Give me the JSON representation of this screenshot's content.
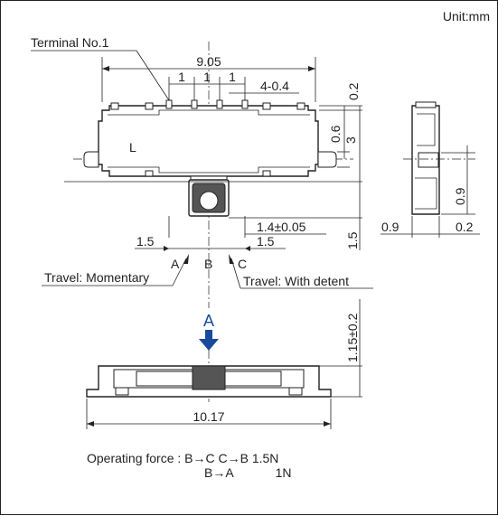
{
  "drawing": {
    "unit": "Unit:mm",
    "top_view": {
      "terminal_label": "Terminal No.1",
      "body_mark": "L",
      "dim_width": "9.05",
      "dim_pitch_1": "1",
      "dim_pitch_2": "1",
      "dim_pitch_3": "1",
      "dim_terminal_width": "4-0.4",
      "dim_offset": "0.2",
      "dim_lug_height": "0.6",
      "dim_body_half": "3",
      "dim_knob": "1.4±0.05",
      "dim_knob_length": "1.5",
      "dim_travel_left": "1.5",
      "dim_travel_right": "1.5",
      "pos_a": "A",
      "pos_b": "B",
      "pos_c": "C",
      "travel_momentary": "Travel: Momentary",
      "travel_detent": "Travel: With detent"
    },
    "side_view": {
      "dim_height": "0.9",
      "dim_left": "0.9",
      "dim_right": "0.2"
    },
    "front_view": {
      "direction": "A",
      "dim_height": "1.15±0.2",
      "dim_width": "10.17"
    },
    "notes": {
      "force_line_1": "Operating force : B→C C→B  1.5N",
      "force_line_2": "B→A            1N"
    },
    "colors": {
      "line": "#222222",
      "direction_arrow": "#1a4a9c",
      "actuator_fill": "#555555"
    }
  }
}
